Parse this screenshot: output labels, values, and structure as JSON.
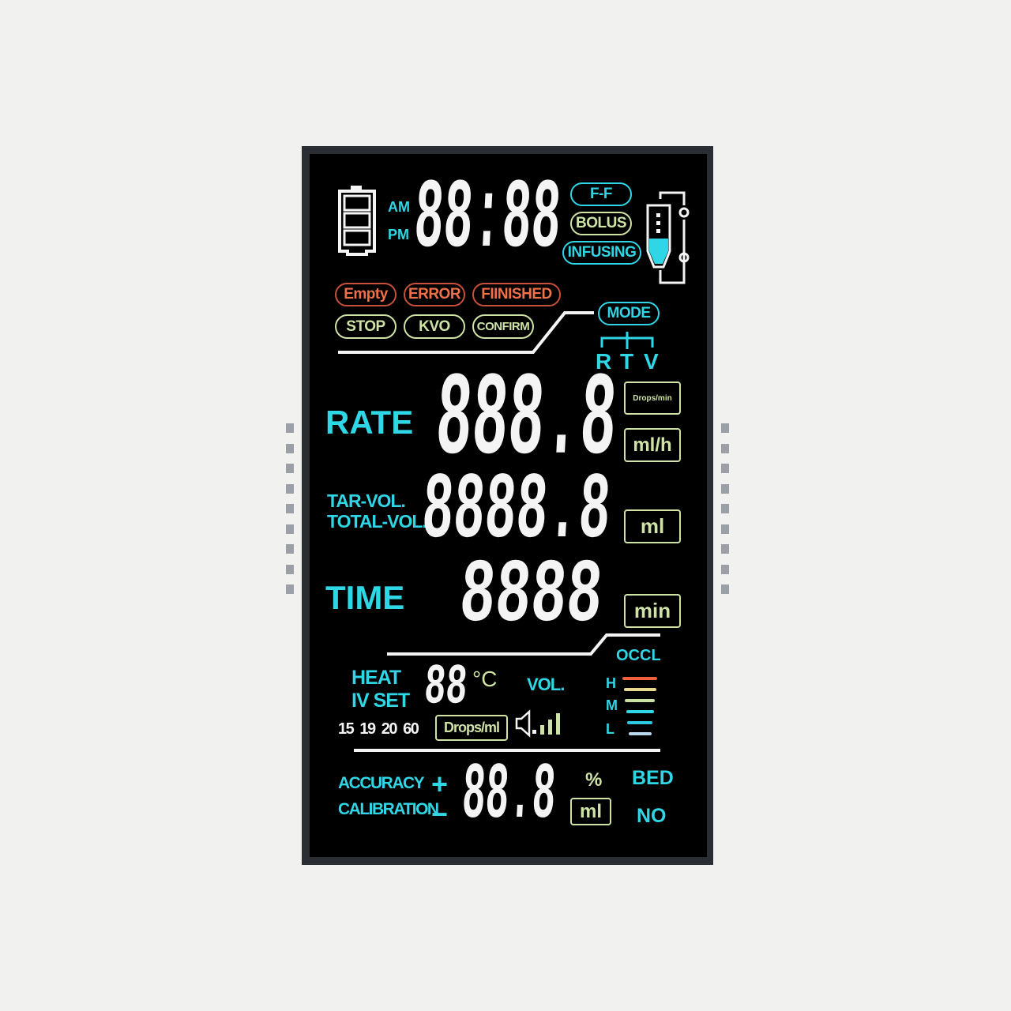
{
  "status_top": {
    "am": "AM",
    "pm": "PM",
    "clock": "88:88",
    "ff": "F-F",
    "bolus": "BOLUS",
    "infusing": "INFUSING"
  },
  "alarms": {
    "empty": "Empty",
    "error": "ERROR",
    "finished": "FIINISHED",
    "stop": "STOP",
    "kvo": "KVO",
    "confirm": "CONFIRM"
  },
  "mode": {
    "label": "MODE",
    "r": "R",
    "t": "T",
    "v": "V"
  },
  "rate": {
    "label": "RATE",
    "value": "888.8",
    "unit_drops": "Drops/min",
    "unit_mlh": "ml/h"
  },
  "volume": {
    "tar_label": "TAR-VOL.",
    "total_label": "TOTAL-VOL.",
    "value": "8888.8",
    "unit": "ml"
  },
  "time": {
    "label": "TIME",
    "value": "8888",
    "unit": "min"
  },
  "lower": {
    "heat": "HEAT",
    "iv_set": "IV SET",
    "temp_value": "88",
    "temp_unit": "°C",
    "vol": "VOL.",
    "drop_sizes": "15  19  20  60",
    "drops_unit": "Drops/ml",
    "occl": "OCCL",
    "occl_h": "H",
    "occl_m": "M",
    "occl_l": "L",
    "occl_colors": [
      "#f0603c",
      "#e8d890",
      "#c8e0a0",
      "#2fd6e6",
      "#2fc6e0",
      "#b8d8f0"
    ]
  },
  "bottom": {
    "accuracy": "ACCURACY",
    "calibration": "CALIBRATION",
    "plus": "+",
    "minus": "−",
    "value": "88.8",
    "percent": "%",
    "unit": "ml",
    "bed": "BED",
    "no": "NO"
  },
  "colors": {
    "cyan": "#2fd6e6",
    "orange": "#f07048",
    "green": "#cfe3a6",
    "segment": "#f4f4f4"
  }
}
